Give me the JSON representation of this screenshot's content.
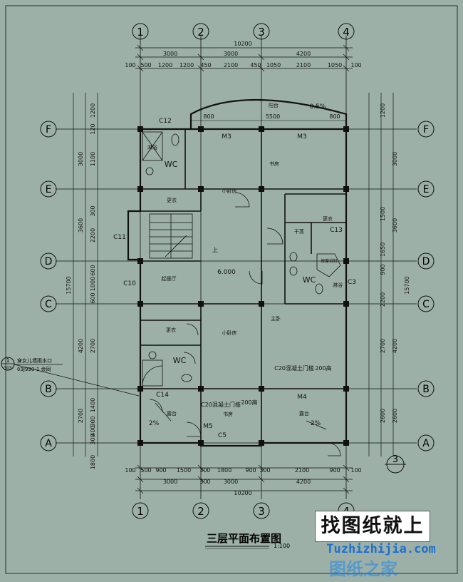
{
  "title": "三层平面布置图",
  "scale": "1:100",
  "axes": {
    "numeric": [
      "1",
      "2",
      "3",
      "4"
    ],
    "letter": [
      "F",
      "E",
      "D",
      "C",
      "B",
      "A"
    ]
  },
  "dims": {
    "top_total": "10200",
    "top_row2": [
      "3000",
      "3000",
      "4200"
    ],
    "top_row3": [
      "100",
      "500",
      "1200",
      "1200",
      "450",
      "2100",
      "450",
      "1050",
      "2100",
      "1050",
      "100"
    ],
    "balcony_top": [
      "800",
      "5500",
      "800"
    ],
    "bottom_total": "10200",
    "bottom_row1": [
      "100",
      "500",
      "900",
      "1500",
      "300",
      "1800",
      "900",
      "300",
      "2100",
      "900",
      "100"
    ],
    "bottom_row2": [
      "3000",
      "300",
      "3000",
      "4200"
    ],
    "left_total": "15700",
    "left_mid": [
      "3000",
      "3600",
      "4200",
      "2700"
    ],
    "left_small": [
      "1200",
      "120",
      "1100",
      "300",
      "2200",
      "600",
      "1000",
      "600",
      "2700",
      "1400",
      "900",
      "400",
      "300",
      "1800"
    ],
    "right_total": "15700",
    "right_mid": [
      "3000",
      "3600",
      "4200",
      "2600"
    ],
    "right_small": [
      "1200",
      "1500",
      "1650",
      "900",
      "2200",
      "2700",
      "2600"
    ]
  },
  "rooms": {
    "m3_left": "M3",
    "m3_right": "M3",
    "c12": "C12",
    "wc1": "WC",
    "bath1": "淋浴",
    "study": "书房",
    "closet1": "更衣",
    "small_room1": "小卧房",
    "closet2": "更衣",
    "c13": "C13",
    "dry": "干蒸",
    "c11": "C11",
    "up": "上",
    "elev": "6.000",
    "spa": "按摩浴缸",
    "wc2": "WC",
    "bath2": "淋浴",
    "c3": "C3",
    "c10": "C10",
    "lounge": "起居厅",
    "closet3": "更衣",
    "small_room2": "小卧房",
    "master": "主卧",
    "wc3": "WC",
    "c20_1": "C20混凝土门槛",
    "c20_1_w": "200高",
    "c14": "C14",
    "m4": "M4",
    "c20_2": "C20混凝土门槛",
    "c20_2_w": "200高",
    "terrace_left": "露台",
    "slope_left": "2%",
    "m5": "M5",
    "study2": "书房",
    "c5": "C5",
    "terrace_right": "露台",
    "slope_right": "2%",
    "balcony": "阳台",
    "balcony_slope": "0.5%"
  },
  "detail_note": {
    "num": "1",
    "ref": "303",
    "text1": "穿女儿墙雨水口",
    "text2": "03J930-1 余同"
  },
  "section_mark": "3",
  "watermark": {
    "title": "找图纸就上",
    "url": "Tuzhizhijia.com",
    "slogan": "图纸之家"
  }
}
